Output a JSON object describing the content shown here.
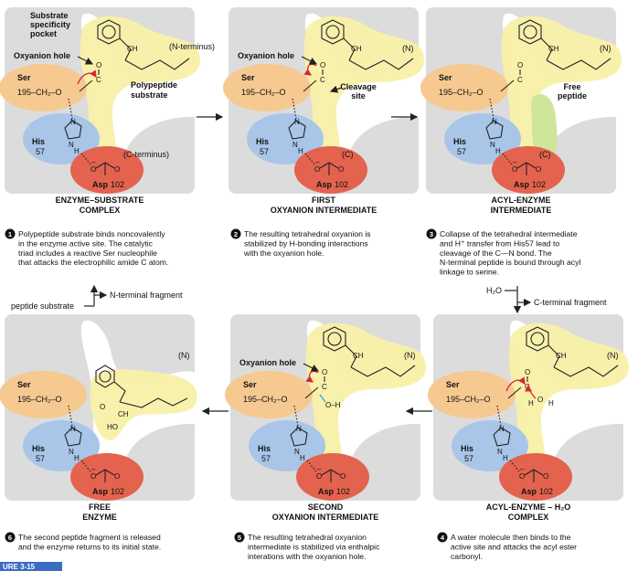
{
  "colors": {
    "panel_bg": "#dcdcdc",
    "ser": "#f6c991",
    "his": "#a9c6e8",
    "asp": "#e3634e",
    "peptide": "#f8f0a8",
    "green_peptide": "#cfe59a",
    "red": "#d9262c",
    "cyan": "#1aa6c9"
  },
  "panels": [
    {
      "id": "p1",
      "title_lines": [
        "ENZYME–SUBSTRATE",
        "COMPLEX"
      ],
      "step": "1",
      "caption_lines": [
        "Polypeptide substrate binds noncovalently",
        "in the enzyme active site. The catalytic",
        "triad includes a reactive Ser nucleophile",
        "that attacks the electrophilic amide C atom."
      ],
      "labels": {
        "pocket": [
          "Substrate",
          "specificity",
          "pocket"
        ],
        "oxyanion_hole": "Oxyanion hole",
        "n_term": "(N-terminus)",
        "c_term": "(C-terminus)",
        "polypeptide": [
          "Polypeptide",
          "substrate"
        ]
      }
    },
    {
      "id": "p2",
      "title_lines": [
        "FIRST",
        "OXYANION INTERMEDIATE"
      ],
      "step": "2",
      "caption_lines": [
        "The resulting tetrahedral oxyanion is",
        "stabilized by H-bonding interactions",
        "with the oxyanion hole."
      ],
      "labels": {
        "oxyanion_hole": "Oxyanion hole",
        "n": "(N)",
        "c": "(C)",
        "cleavage": [
          "Cleavage",
          "site"
        ]
      }
    },
    {
      "id": "p3",
      "title_lines": [
        "ACYL-ENZYME",
        "INTERMEDIATE"
      ],
      "step": "3",
      "caption_lines": [
        "Collapse of the tetrahedral intermediate",
        "and H⁺ transfer from His57 lead to",
        "cleavage of the C—N bond. The",
        "N-terminal peptide is bound through acyl",
        "linkage to serine."
      ],
      "labels": {
        "n": "(N)",
        "c": "(C)",
        "free_peptide": [
          "Free",
          "peptide"
        ]
      }
    },
    {
      "id": "p4",
      "title_lines": [
        "ACYL-ENZYME – H₂O",
        "COMPLEX"
      ],
      "step": "4",
      "caption_lines": [
        "A water molecule then binds to the",
        "active site and attacks the acyl ester",
        "carbonyl."
      ],
      "labels": {
        "n": "(N)"
      }
    },
    {
      "id": "p5",
      "title_lines": [
        "SECOND",
        "OXYANION INTERMEDIATE"
      ],
      "step": "5",
      "caption_lines": [
        "The resulting tetrahedral oxyanion",
        "intermediate is stabilized via enthalpic",
        "interations with the oxyanion hole."
      ],
      "labels": {
        "oxyanion_hole": "Oxyanion hole",
        "n": "(N)"
      }
    },
    {
      "id": "p6",
      "title_lines": [
        "FREE",
        "ENZYME"
      ],
      "step": "6",
      "caption_lines": [
        "The second peptide fragment is released",
        "and the enzyme returns to its initial state."
      ],
      "labels": {
        "n": "(N)"
      }
    }
  ],
  "residues": {
    "ser": "Ser",
    "ser_num": "195",
    "ser_chain": "–CH₂–O",
    "his": "His",
    "his_num": "57",
    "asp": "Asp",
    "asp_num": "102"
  },
  "transitions": {
    "peptide_substrate": "peptide substrate",
    "n_terminal_fragment": "N-terminal fragment",
    "h2o": "H₂O",
    "c_terminal_fragment": "C-terminal fragment"
  },
  "footer_label": "URE 3-15"
}
